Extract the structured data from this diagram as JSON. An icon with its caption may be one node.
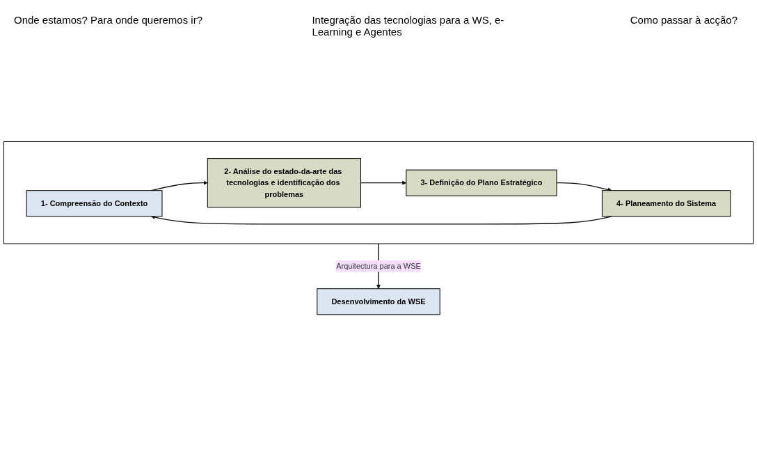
{
  "diagram": {
    "nodes": [
      {
        "text": [],
        "shape": "box"
      },
      {
        "text": [
          "1- Compreensão do Contexto"
        ],
        "in": 0
      },
      {
        "text": [
          "2- Análise do estado-da-arte das tecnologias e identificação dos problemas"
        ],
        "in": 0
      },
      {
        "text": [
          "3- Definição do Plano Estratégico"
        ],
        "in": 0
      },
      {
        "text": [
          "4- Planeamento do Sistema"
        ],
        "in": 0
      },
      {
        "text": [
          "Desenvolvimento da WSE"
        ]
      }
    ],
    "edges": [
      {
        "from": 1,
        "to": 2,
        "arrow": "to"
      },
      {
        "from": 2,
        "to": 3,
        "arrow": "to"
      },
      {
        "from": 3,
        "to": 4,
        "arrow": "to"
      },
      {
        "from": 4,
        "to": 1,
        "arrow": "to"
      },
      {
        "from": 0,
        "to": 5,
        "arrow": "to",
        "label": "Arquitectura para a WSE"
      }
    ],
    "labels": [
      "Onde estamos? Para onde queremos ir?",
      "Integração das tecnologias para a WS, e-Learning e Agentes",
      "Como passar à acção?"
    ]
  }
}
